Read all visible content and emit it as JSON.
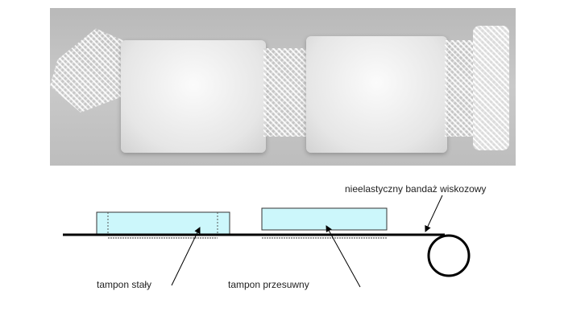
{
  "labels": {
    "fixed_pad": "tampon stały",
    "sliding_pad": "tampon przesuwny",
    "bandage": "nieelastyczny bandaż wiskozowy"
  },
  "colors": {
    "pad_fill": "#ccf7fb",
    "line": "#000000"
  }
}
